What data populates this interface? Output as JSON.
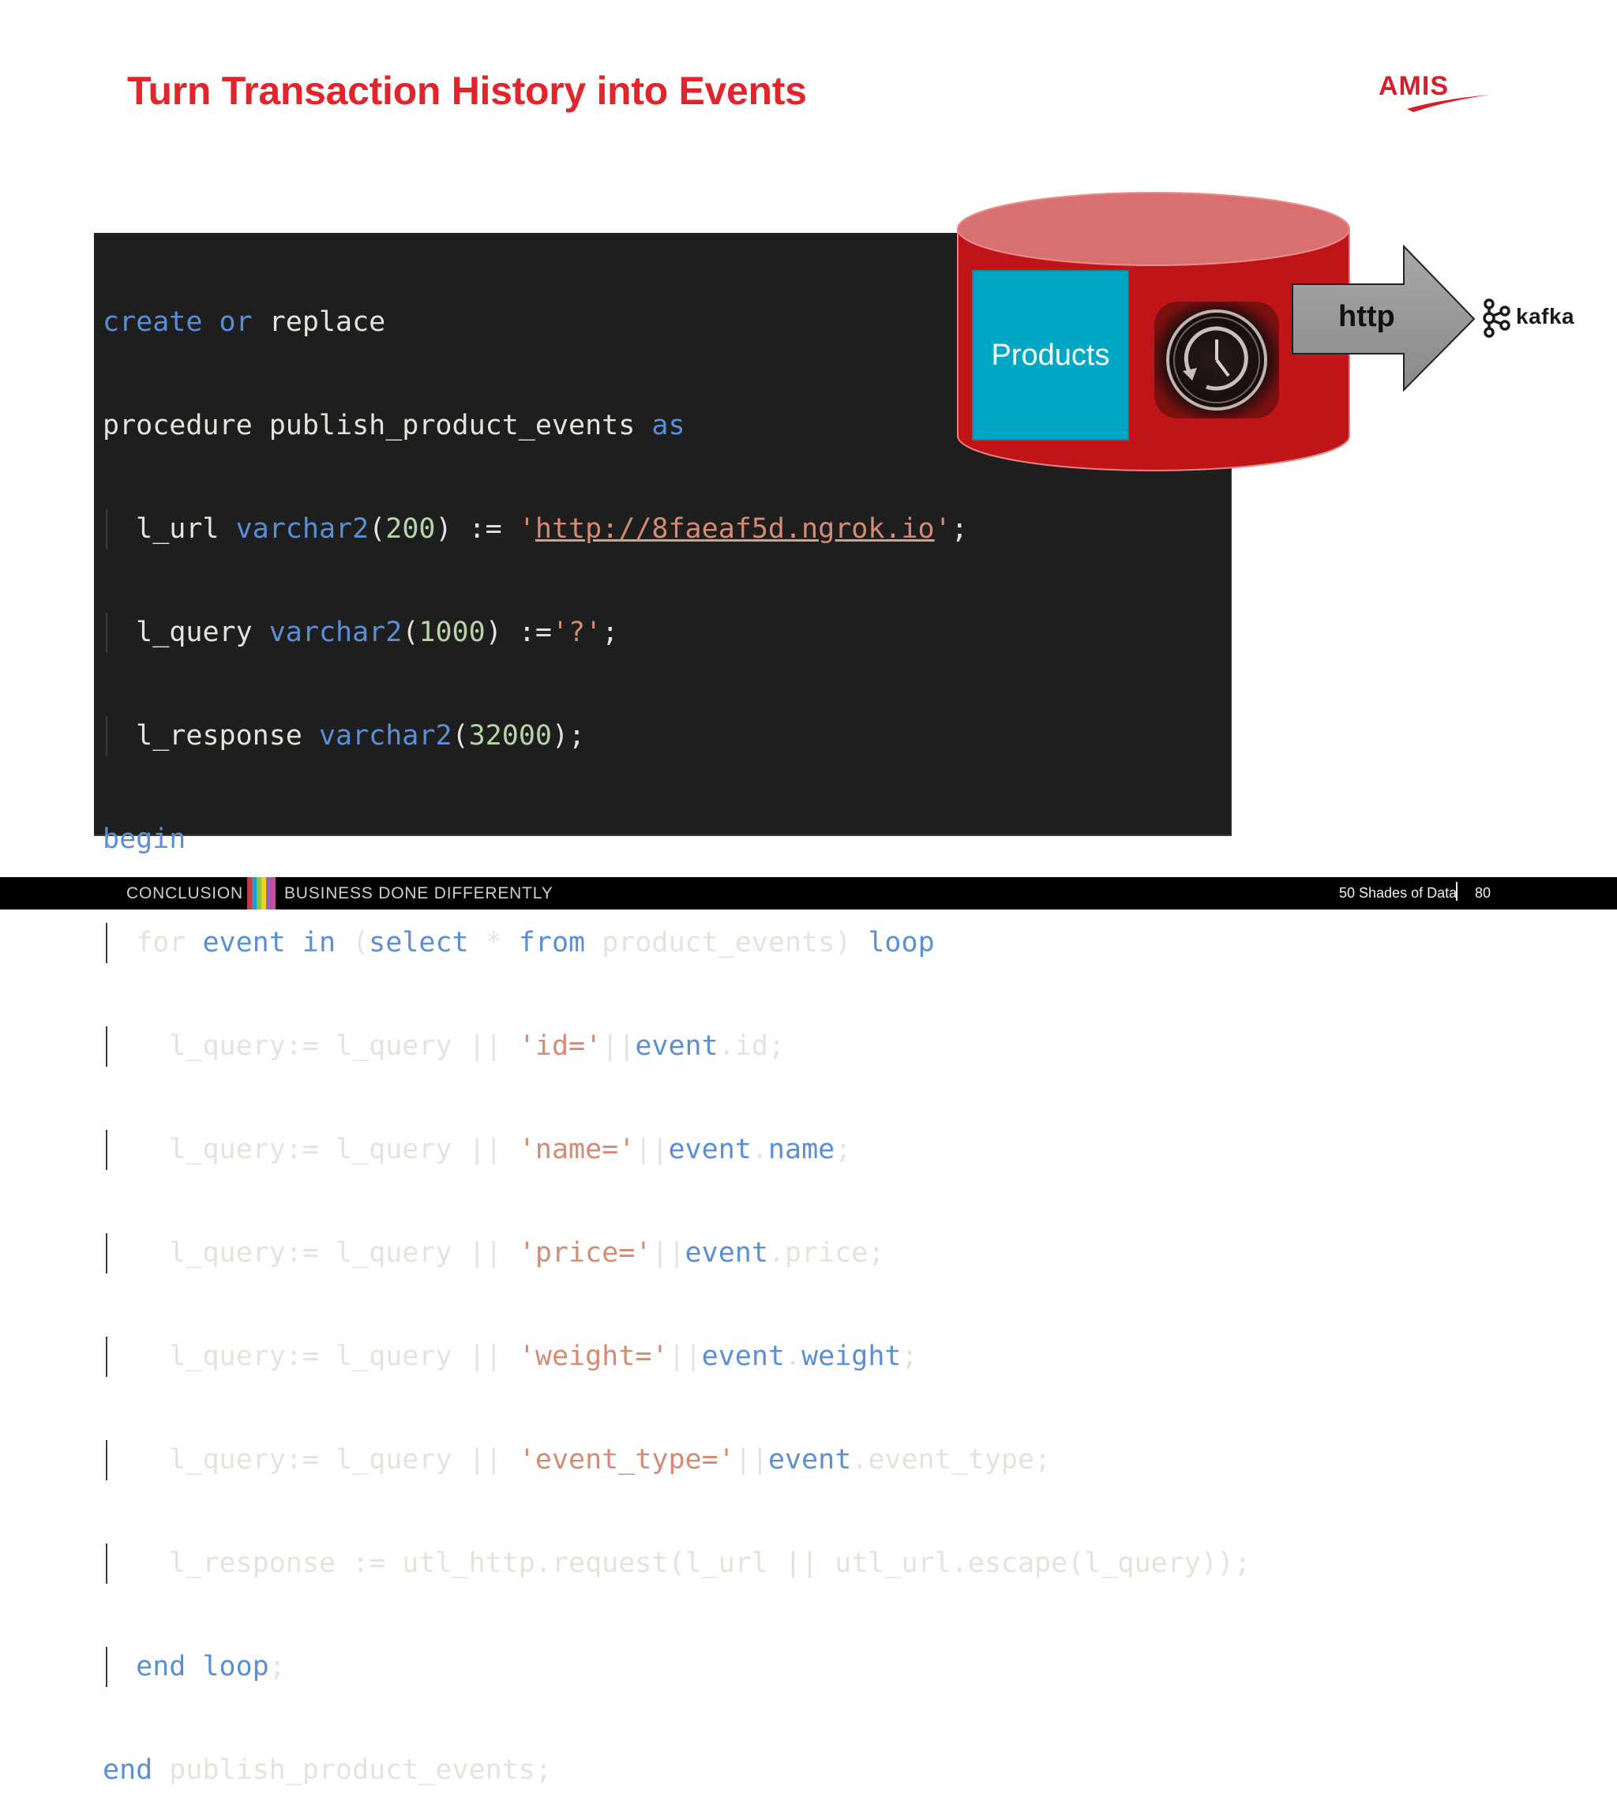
{
  "slide": {
    "title": "Turn Transaction History into Events",
    "logo_text": "AMIS"
  },
  "code": {
    "language": "PL/SQL",
    "lines": [
      {
        "t1": "create",
        "t2": " or",
        "t3": " replace"
      },
      {
        "t1": "procedure publish_product_events ",
        "t2": "as"
      },
      {
        "t1": "l_url ",
        "t2": "varchar2",
        "t3": "(",
        "t4": "200",
        "t5": ") := ",
        "t6": "'",
        "t7": "http://8faeaf5d.ngrok.io",
        "t8": "'",
        "t9": ";"
      },
      {
        "t1": "l_query ",
        "t2": "varchar2",
        "t3": "(",
        "t4": "1000",
        "t5": ") :=",
        "t6": "'?'",
        "t7": ";"
      },
      {
        "t1": "l_response ",
        "t2": "varchar2",
        "t3": "(",
        "t4": "32000",
        "t5": ");"
      },
      {
        "t1": "begin"
      },
      {
        "t1": "for",
        "t2": " event in ",
        "t3": "(",
        "t4": "select",
        "t5": " * ",
        "t6": "from",
        "t7": " product_events) ",
        "t8": "loop"
      },
      {
        "t1": "l_query:= l_query || ",
        "t2": "'id='",
        "t3": "||",
        "t4": "event",
        "t5": ".id;"
      },
      {
        "t1": "l_query:= l_query || ",
        "t2": "'name='",
        "t3": "||",
        "t4": "event",
        "t5": ".",
        "t6": "name",
        "t7": ";"
      },
      {
        "t1": "l_query:= l_query || ",
        "t2": "'price='",
        "t3": "||",
        "t4": "event",
        "t5": ".price;"
      },
      {
        "t1": "l_query:= l_query || ",
        "t2": "'weight='",
        "t3": "||",
        "t4": "event",
        "t5": ".",
        "t6": "weight",
        "t7": ";"
      },
      {
        "t1": "l_query:= l_query || ",
        "t2": "'event_type='",
        "t3": "||",
        "t4": "event",
        "t5": ".event_type;"
      },
      {
        "t1": "l_response := utl_http.request(l_url || utl_url.escape(l_query));"
      },
      {
        "t1": "end",
        "t2": " loop",
        "t3": ";"
      },
      {
        "t1": "end",
        "t2": " publish_product_events;"
      }
    ]
  },
  "diagram": {
    "database_label": "Products",
    "history_icon": "clock-history-icon",
    "arrow_label": "http",
    "target_label": "kafka",
    "colors": {
      "cylinder_body": "#bf1418",
      "cylinder_top": "#d87070",
      "products_box": "#00a8c6",
      "arrow_fill": "#9c9c9c"
    }
  },
  "footer": {
    "section": "CONCLUSION",
    "tagline": "BUSINESS DONE DIFFERENTLY",
    "event_name": "50 Shades of Data",
    "page_number": "80",
    "rainbow_colors": [
      "#d8343c",
      "#1d9ed1",
      "#8cc63f",
      "#f3d21b",
      "#a35cb0",
      "#c04d9e"
    ]
  },
  "colors": {
    "title": "#e0262b",
    "code_background": "#1e1e1f",
    "footer_background": "#000000"
  }
}
